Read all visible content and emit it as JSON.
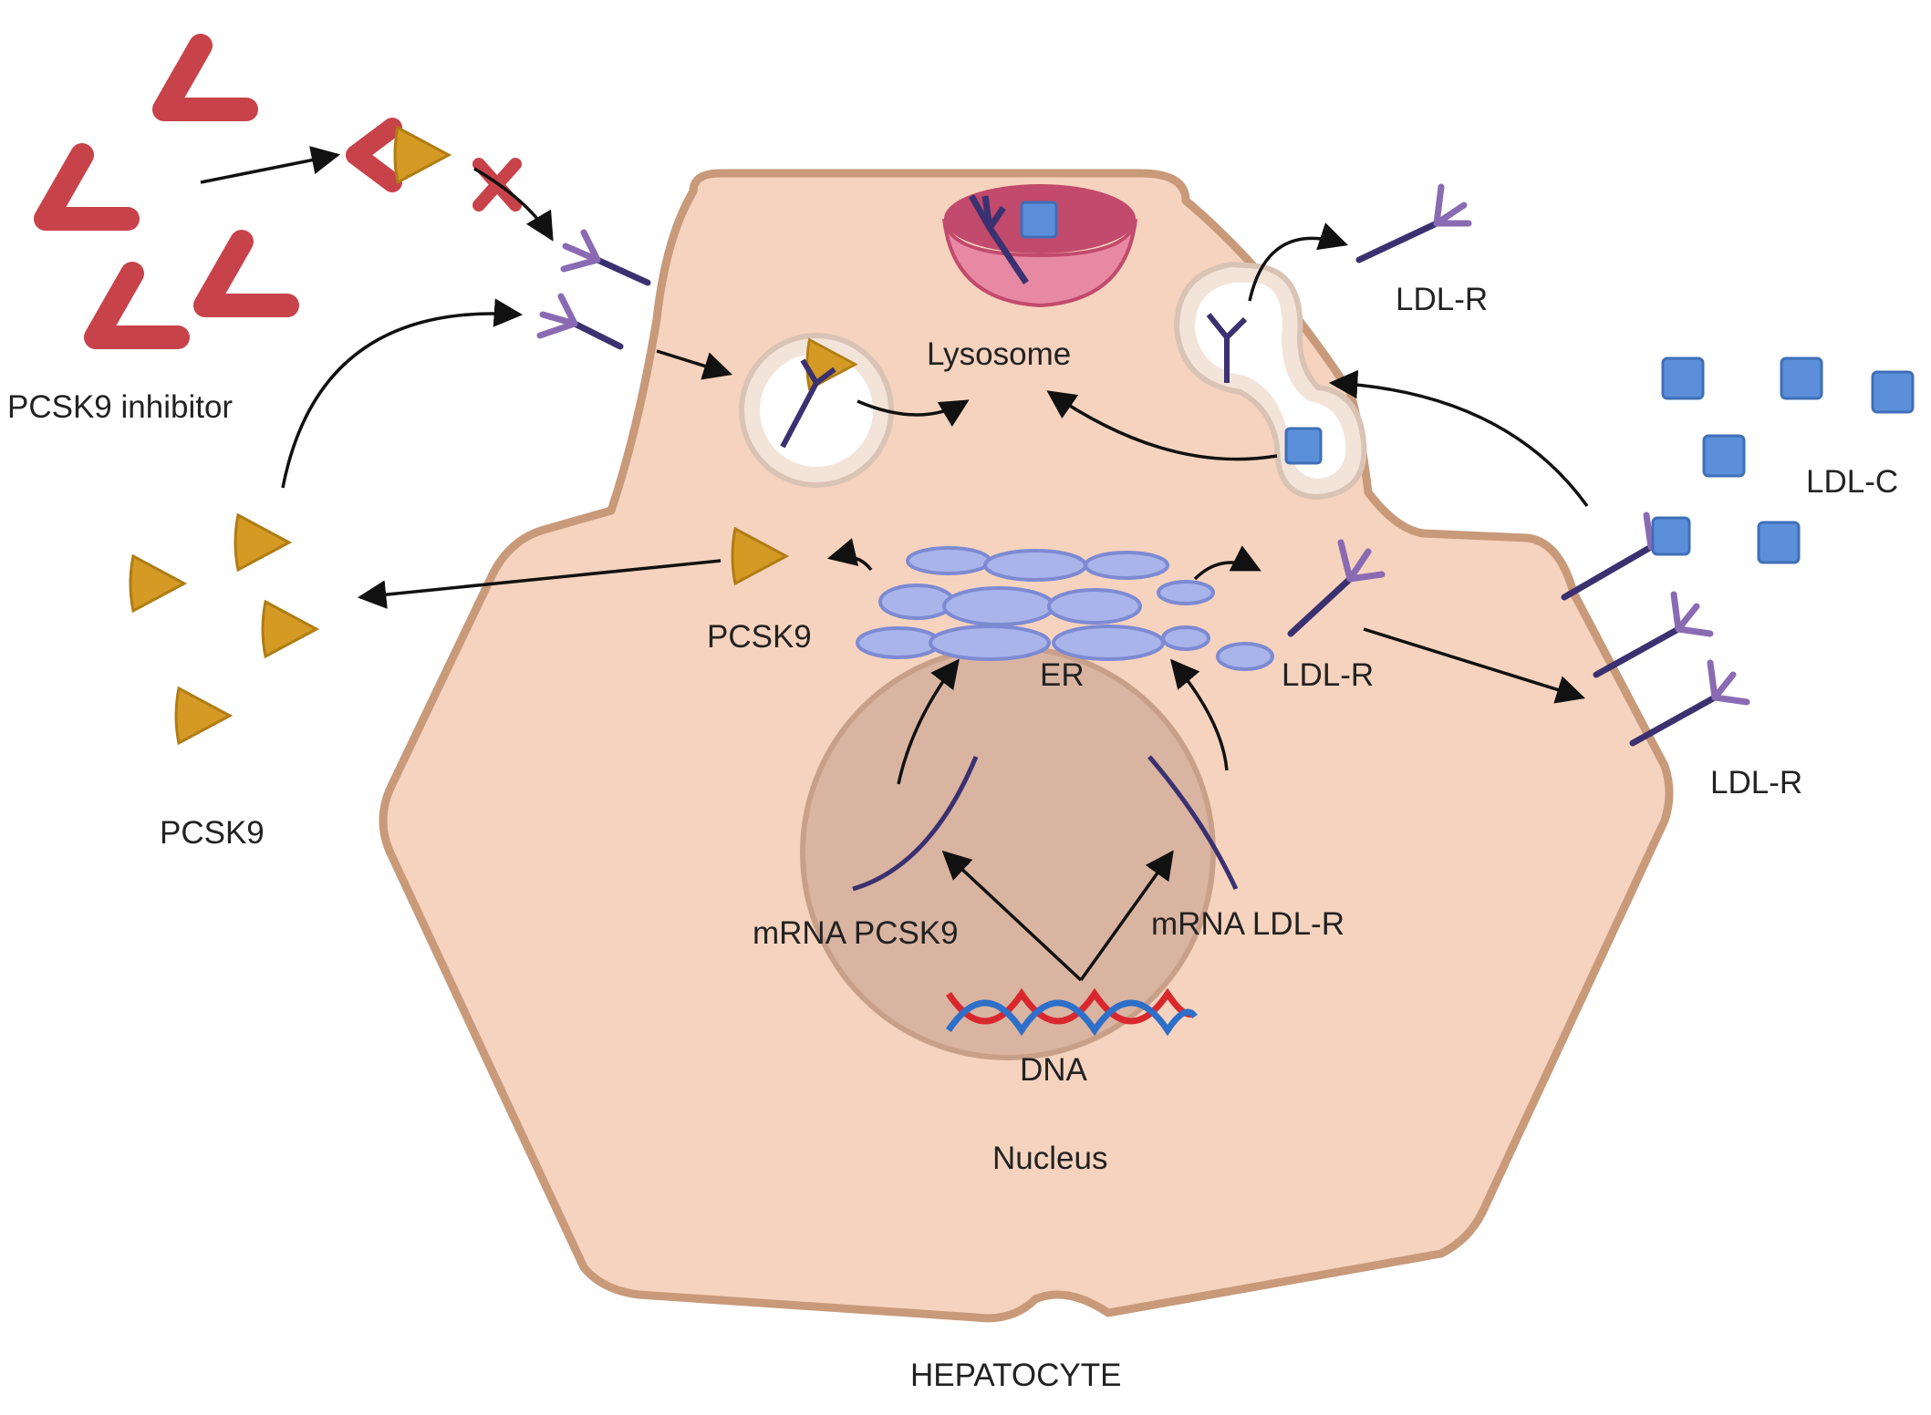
{
  "labels": {
    "pcsk9_inhibitor": "PCSK9 inhibitor",
    "lysosome": "Lysosome",
    "ldlr_top_right": "LDL-R",
    "ldlc": "LDL-C",
    "pcsk9_inside": "PCSK9",
    "pcsk9_outside": "PCSK9",
    "er": "ER",
    "ldlr_inside": "LDL-R",
    "ldlr_right": "LDL-R",
    "mrna_pcsk9": "mRNA PCSK9",
    "mrna_ldlr": "mRNA LDL-R",
    "dna": "DNA",
    "nucleus": "Nucleus",
    "hepatocyte": "HEPATOCYTE"
  },
  "colors": {
    "cell_fill": "#f6d3be",
    "cell_border": "#c89a7a",
    "nucleus_fill": "#d9b4a1",
    "inhibitor": "#c8424a",
    "pcsk9": "#d49a24",
    "receptor_stem": "#3b3170",
    "receptor_arms": "#8a6bb3",
    "ldlc": "#5b8fd9",
    "er": "#a9b4ea",
    "lysosome": "#d96b8b",
    "dna_red": "#d8282e",
    "dna_blue": "#2e6fc9"
  }
}
